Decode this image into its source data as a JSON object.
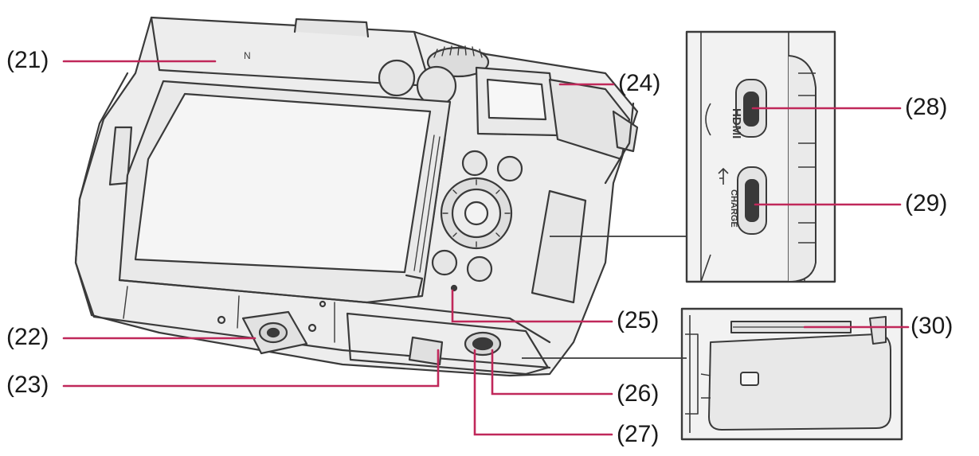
{
  "callouts": {
    "c21": "(21)",
    "c22": "(22)",
    "c23": "(23)",
    "c24": "(24)",
    "c25": "(25)",
    "c26": "(26)",
    "c27": "(27)",
    "c28": "(28)",
    "c29": "(29)",
    "c30": "(30)"
  },
  "port_labels": {
    "hdmi": "HDMI",
    "usb": "CHARGE"
  },
  "colors": {
    "leader_line": "#c0285a",
    "outline": "#3a3a3a",
    "body_fill": "#ededed",
    "screen_fill": "#f3f3f3",
    "label_text": "#1a1a1a"
  }
}
